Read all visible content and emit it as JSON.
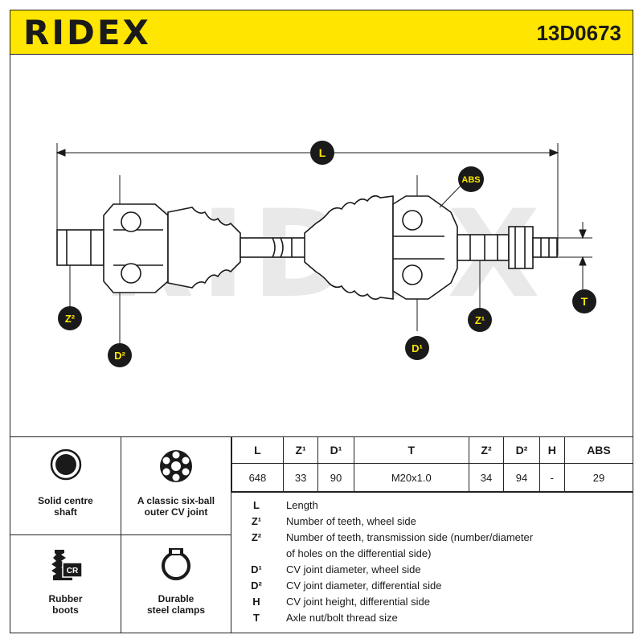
{
  "header": {
    "brand": "RIDEX",
    "part_number": "13D0673"
  },
  "diagram": {
    "labels": {
      "L": "L",
      "ABS": "ABS",
      "T": "T",
      "Z1": "Z¹",
      "Z2": "Z²",
      "D1": "D¹",
      "D2": "D²"
    },
    "watermark": "RIDEX",
    "accent_color": "#ffe600",
    "ink_color": "#1a1a1a"
  },
  "features": [
    {
      "icon": "solid-shaft-icon",
      "line1": "Solid centre",
      "line2": "shaft"
    },
    {
      "icon": "six-ball-cv-joint-icon",
      "line1": "A classic six-ball",
      "line2": "outer CV joint"
    },
    {
      "icon": "rubber-boot-icon",
      "line1": "Rubber",
      "line2": "boots",
      "badge": "CR"
    },
    {
      "icon": "steel-clamp-icon",
      "line1": "Durable",
      "line2": "steel clamps"
    }
  ],
  "spec_table": {
    "headers": [
      "L",
      "Z¹",
      "D¹",
      "T",
      "Z²",
      "D²",
      "H",
      "ABS"
    ],
    "values": [
      "648",
      "33",
      "90",
      "M20x1.0",
      "34",
      "94",
      "-",
      "29"
    ]
  },
  "legend": [
    {
      "key": "L",
      "text": "Length"
    },
    {
      "key": "Z¹",
      "text": "Number of teeth, wheel side"
    },
    {
      "key": "Z²",
      "text": "Number of teeth, transmission side (number/diameter"
    },
    {
      "key": "",
      "text": "of holes on the differential side)"
    },
    {
      "key": "D¹",
      "text": "CV joint diameter, wheel side"
    },
    {
      "key": "D²",
      "text": "CV joint diameter, differential side"
    },
    {
      "key": "H",
      "text": "CV joint height, differential side"
    },
    {
      "key": "T",
      "text": "Axle nut/bolt thread size"
    }
  ]
}
